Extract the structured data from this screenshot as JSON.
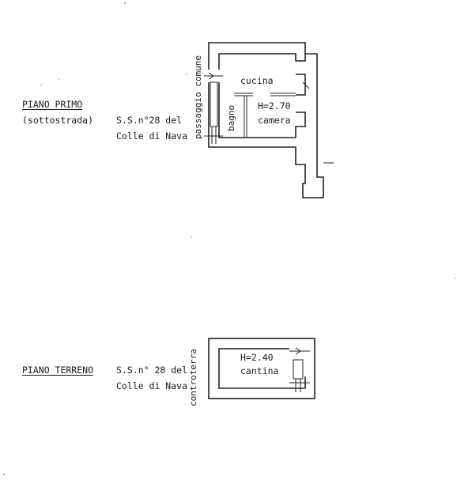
{
  "upper_floor": {
    "title": "PIANO PRIMO",
    "subtitle": "(sottostrada)",
    "address_line1": "S.S.n°28  del",
    "address_line2": "Colle di Nava",
    "rooms": {
      "kitchen": "cucina",
      "bathroom": "bagno",
      "height": "H=2.70",
      "bedroom": "camera"
    },
    "side_label": "passaggio comune"
  },
  "ground_floor": {
    "title": "PIANO TERRENO",
    "address_line1": "S.S.n° 28 del",
    "address_line2": "Colle di Nava",
    "rooms": {
      "height": "H=2.40",
      "cellar": "cantina"
    },
    "side_label": "controterra"
  }
}
